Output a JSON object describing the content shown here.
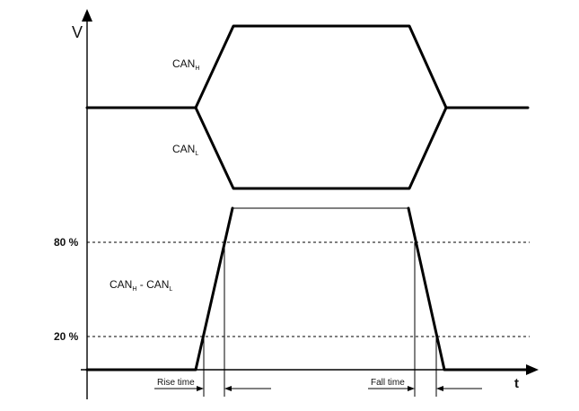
{
  "axes": {
    "y_label": "V",
    "x_label": "t"
  },
  "signals": {
    "canh": {
      "main": "CAN",
      "sub": "H"
    },
    "canl": {
      "main": "CAN",
      "sub": "L"
    },
    "diff": {
      "main_a": "CAN",
      "sub_a": "H",
      "sep": " - ",
      "main_b": "CAN",
      "sub_b": "L"
    }
  },
  "thresholds": {
    "high_label": "80 %",
    "low_label": "20 %"
  },
  "timings": {
    "rise_label": "Rise time",
    "fall_label": "Fall time"
  }
}
